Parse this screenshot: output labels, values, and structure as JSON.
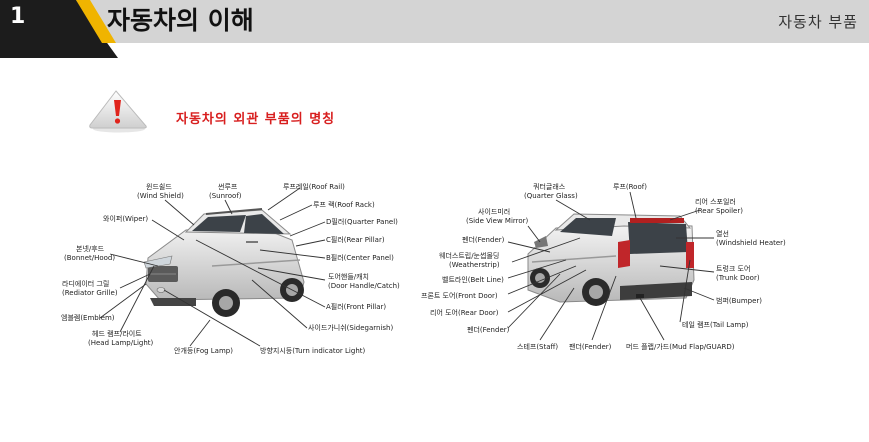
{
  "header": {
    "section_number": "1",
    "title": "자동차의 이해",
    "right_label": "자동차 부품"
  },
  "subtitle": "자동차의 외관 부품의 명칭",
  "icons": {
    "warning": "warning-triangle-icon"
  },
  "colors": {
    "accent": "#f0b400",
    "subtitle": "#d81e1e",
    "header_bg": "#d4d4d4"
  },
  "front_labels": {
    "windshield": "윈드쉴드",
    "windshield_en": "(Wind Shield)",
    "sunroof": "썬루프",
    "sunroof_en": "(Sunroof)",
    "roof_rail": "루프레일(Roof Rail)",
    "roof_rack": "루프 랙(Roof Rack)",
    "wiper": "와이퍼(Wiper)",
    "quarter_panel": "D필러(Quarter Panel)",
    "rear_pillar": "C필러(Rear Pillar)",
    "bonnet": "본넷/후드",
    "bonnet_en": "(Bonnet/Hood)",
    "center_panel": "B필러(Center Panel)",
    "door_handle": "도어핸들/캐치",
    "door_handle_en": "(Door Handle/Catch)",
    "radiator": "라디에이터 그릴",
    "radiator_en": "(Rediator Grille)",
    "front_pillar": "A필러(Front Pillar)",
    "emblem": "엠블렘(Emblem)",
    "sidegarnish": "사이드가니쉬(Sidegarnish)",
    "headlamp": "헤드 램프/라이트",
    "headlamp_en": "(Head Lamp/Light)",
    "fog_lamp": "안개등(Fog Lamp)",
    "turn_light": "방향지시등(Turn indicator Light)"
  },
  "rear_labels": {
    "quarter_glass": "쿼터글래스",
    "quarter_glass_en": "(Quarter Glass)",
    "roof": "루프(Roof)",
    "side_mirror": "사이드미러",
    "side_mirror_en": "(Side View Mirror)",
    "rear_spoiler": "리어 스포일러",
    "rear_spoiler_en": "(Rear Spoiler)",
    "fender_top": "펜더(Fender)",
    "heater": "열선",
    "heater_en": "(Windshield Heater)",
    "weatherstrip": "웨더스트립/눈썹몰딩",
    "weatherstrip_en": "(Weatherstrip)",
    "trunk_door": "트렁크 도어",
    "trunk_door_en": "(Trunk Door)",
    "belt_line": "벨트라인(Belt Line)",
    "front_door": "프론트 도어(Front Door)",
    "bumper": "범퍼(Bumper)",
    "rear_door": "리어 도어(Rear Door)",
    "tail_lamp": "테일 램프(Tail Lamp)",
    "fender_bottom": "펜더(Fender)",
    "staff": "스테프(Staff)",
    "fender_mid": "팬더(Fender)",
    "mud_flap": "머드 플랩/가드(Mud Flap/GUARD)"
  }
}
